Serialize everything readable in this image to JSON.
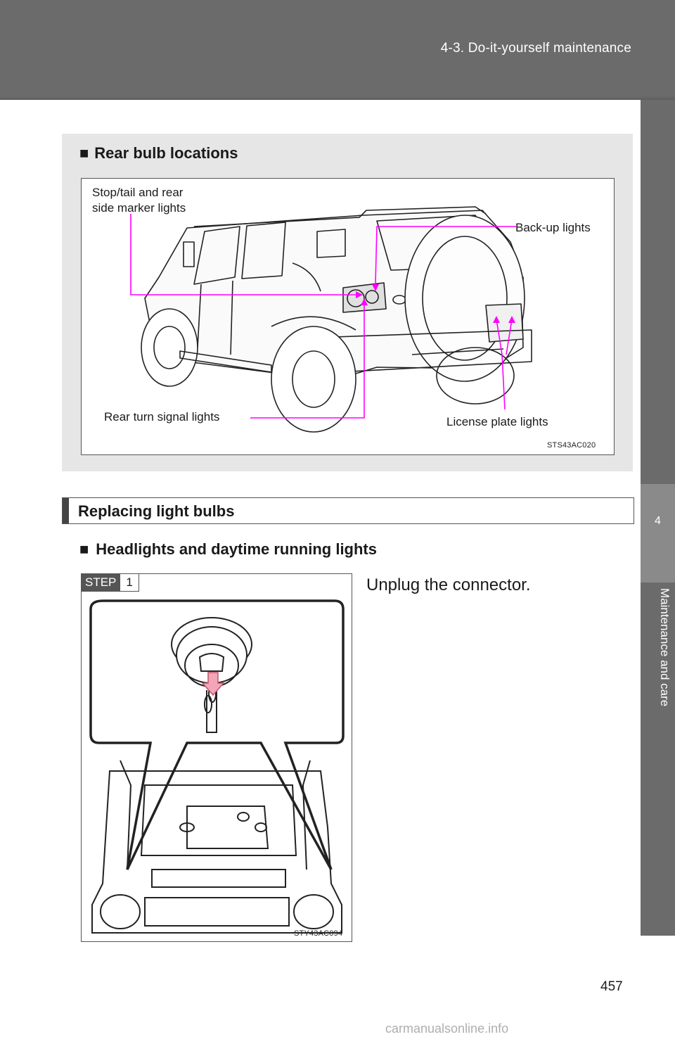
{
  "header": {
    "section": "4-3. Do-it-yourself maintenance"
  },
  "side_tab": {
    "number": "4",
    "label": "Maintenance and care"
  },
  "rear_panel": {
    "heading_marker": "■",
    "heading": "Rear bulb locations",
    "callouts": {
      "stop_tail_line1": "Stop/tail and rear",
      "stop_tail_line2": "side marker lights",
      "backup": "Back-up lights",
      "turn": "Rear turn signal lights",
      "license": "License plate lights"
    },
    "figure_code": "STS43AC020"
  },
  "section": {
    "title": "Replacing light bulbs",
    "sub_marker": "■",
    "sub_title": "Headlights and daytime running lights"
  },
  "step": {
    "label": "STEP",
    "number": "1",
    "instruction": "Unplug the connector.",
    "figure_code": "STY43AC094"
  },
  "page_number": "457",
  "watermark": "carmanualsonline.info",
  "colors": {
    "callout_line": "#ff00ff",
    "header": "#6b6b6b",
    "panel": "#e6e6e6"
  }
}
